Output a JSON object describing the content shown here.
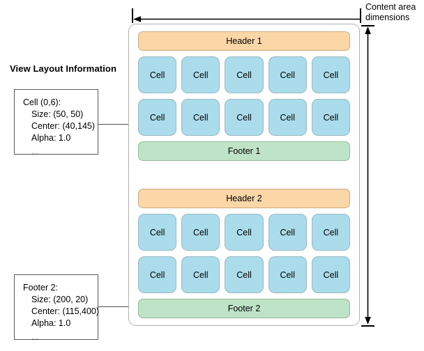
{
  "left_panel": {
    "title": "View Layout Information",
    "boxes": [
      {
        "name": "cell-info",
        "lines": [
          "Cell (0,6):",
          "Size: (50, 50)",
          "Center: (40,145)",
          "Alpha: 1.0",
          "..."
        ]
      },
      {
        "name": "footer-info",
        "lines": [
          "Footer 2:",
          "Size: (200, 20)",
          "Center: (115,400)",
          "Alpha: 1.0",
          "..."
        ]
      }
    ]
  },
  "annotations": {
    "content_dimensions_label": "Content area dimensions"
  },
  "content_area": {
    "sections": [
      {
        "header_label": "Header 1",
        "footer_label": "Footer 1",
        "rows": [
          [
            "Cell",
            "Cell",
            "Cell",
            "Cell",
            "Cell"
          ],
          [
            "Cell",
            "Cell",
            "Cell",
            "Cell",
            "Cell"
          ]
        ]
      },
      {
        "header_label": "Header 2",
        "footer_label": "Footer 2",
        "rows": [
          [
            "Cell",
            "Cell",
            "Cell",
            "Cell",
            "Cell"
          ],
          [
            "Cell",
            "Cell",
            "Cell",
            "Cell",
            "Cell"
          ]
        ]
      }
    ]
  },
  "colors": {
    "header_fill": "#fbd6a7",
    "header_border": "#c9ab84",
    "footer_fill": "#bfe3c7",
    "footer_border": "#97b89e",
    "cell_fill": "#aadceb",
    "cell_border": "#9ab9c3",
    "container_border": "#b0b0b0",
    "info_box_border": "#595959",
    "connector_line": "#4d4d4d",
    "annotation": "#000000",
    "background": "#ffffff"
  }
}
